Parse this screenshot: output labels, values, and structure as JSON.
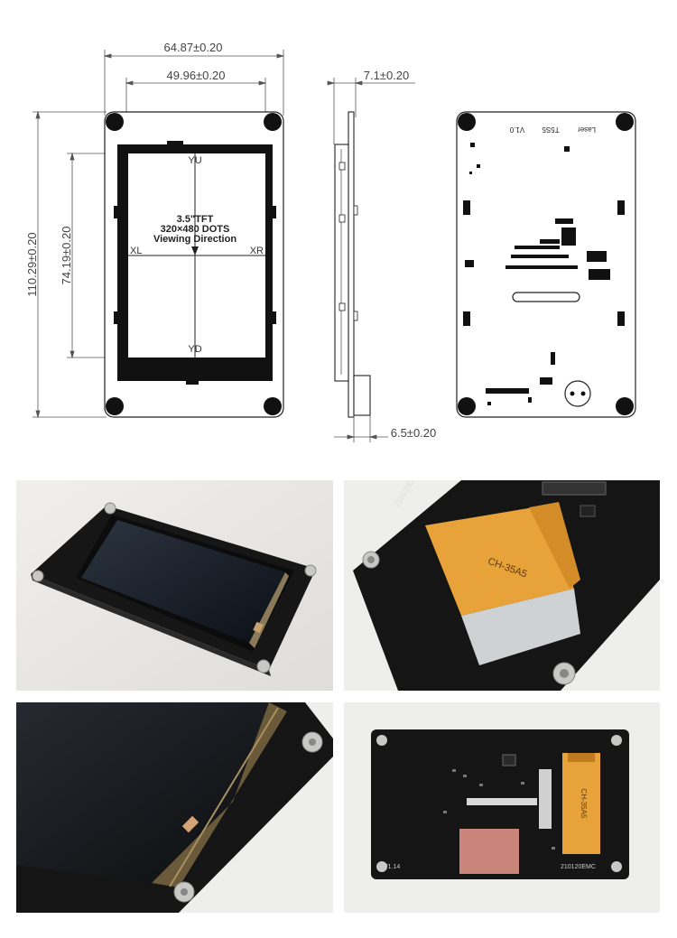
{
  "dimensions": {
    "overall_width": "64.87±0.20",
    "active_width": "49.96±0.20",
    "overall_height": "110.29±0.20",
    "active_height": "74.19±0.20",
    "thickness": "7.1±0.20",
    "connector_offset": "6.5±0.20"
  },
  "front_view": {
    "label_line1": "3.5\"TFT",
    "label_line2": "320×480  DOTS",
    "label_line3": "Viewing  Direction",
    "axis_top": "YU",
    "axis_bottom": "YD",
    "axis_left": "XL",
    "axis_right": "XR"
  },
  "back_view": {
    "label_laser": "Laser",
    "label_model": "T5S5",
    "label_version": "V1.0"
  },
  "photos": {
    "back_board_version": "V1.14",
    "back_board_code": "210120EMC",
    "fpc_label": "CH-35A5",
    "angled_code": "210120EMC"
  },
  "colors": {
    "pcb": "#141414",
    "fpc": "#e8a23a",
    "copper_pad": "#c9857a",
    "screw": "#c8c8c6"
  }
}
